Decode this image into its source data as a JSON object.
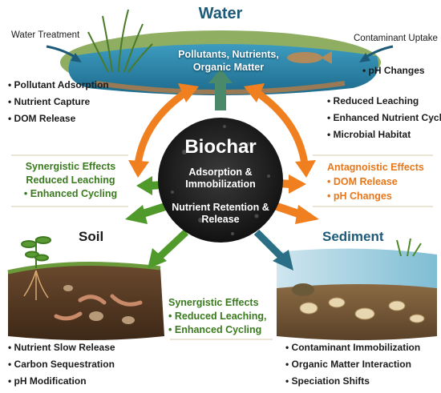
{
  "title": "Water",
  "water": {
    "left_label": "Water Treatment",
    "right_label": "Contaminant Uptake",
    "center": "Pollutants, Nutrients, Organic Matter",
    "left_effects": [
      "Pollutant Adsorption",
      "Nutrient Capture",
      "DOM Release"
    ],
    "right_top": "pH Changes",
    "right_effects": [
      "Reduced Leaching",
      "Enhanced Nutrient Cycling",
      "Microbial Habitat"
    ]
  },
  "biochar": {
    "title": "Biochar",
    "line1": "Adsorption & Immobilization",
    "line2": "Nutrient Retention & Release"
  },
  "synergistic_left": {
    "heading": "Synergistic Effects",
    "items": [
      "Reduced Leaching",
      "Enhanced Cycling"
    ]
  },
  "antagonistic": {
    "heading": "Antagnoistic Effects",
    "items": [
      "DOM Release",
      "pH Changes"
    ]
  },
  "synergistic_bottom": {
    "heading": "Synergistic Effects",
    "items": [
      "Reduced Leaching,",
      "Enhanced Cycling"
    ]
  },
  "soil": {
    "title": "Soil",
    "effects": [
      "Nutrient Slow Release",
      "Carbon Sequestration",
      "pH Modification"
    ]
  },
  "sediment": {
    "title": "Sediment",
    "effects": [
      "Contaminant Immobilization",
      "Organic Matter Interaction",
      "Speciation Shifts"
    ]
  },
  "colors": {
    "water": "#2f86a8",
    "green_arrow": "#4f9a2a",
    "orange_arrow": "#f07f1f",
    "teal_arrow": "#2a6f86",
    "biochar": "#1e1e1e"
  }
}
